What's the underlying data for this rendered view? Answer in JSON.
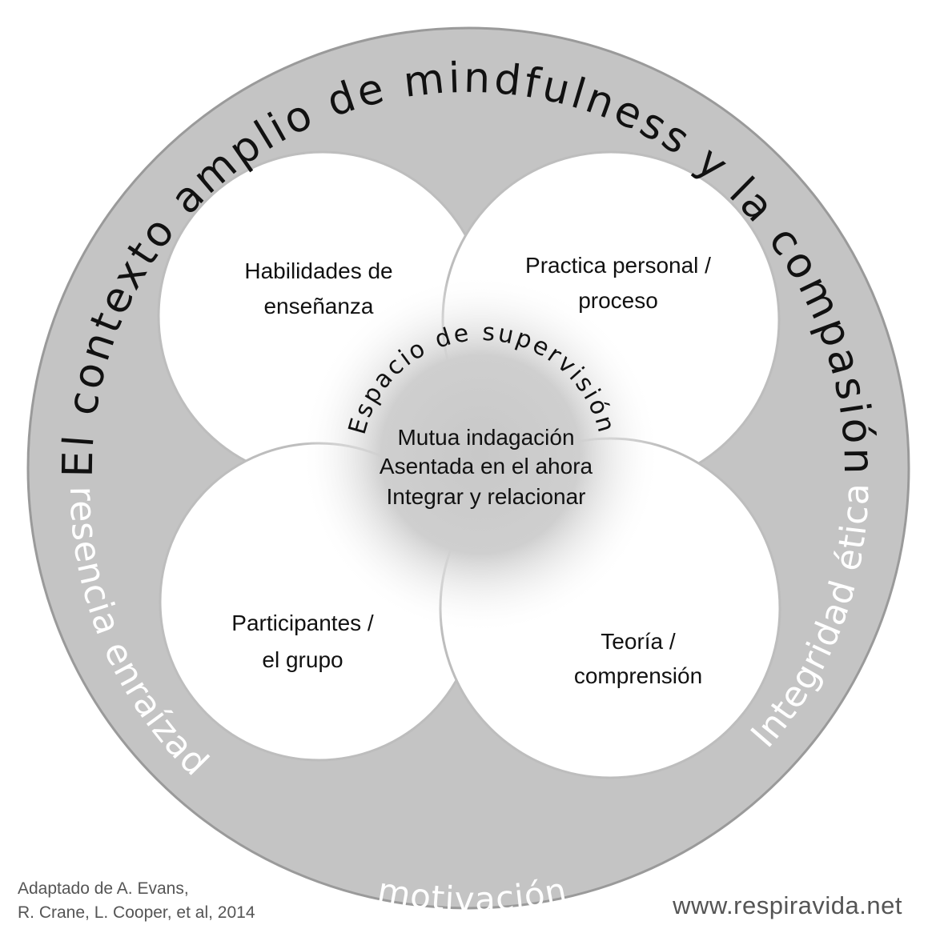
{
  "diagram": {
    "outer_title": "El contexto amplio de mindfulness y la compasión",
    "left_label": "Presencia enraízada",
    "right_label": "Integridad ética",
    "bottom_label": "motivación",
    "center": {
      "title": "Espacio de supervisión",
      "lines": [
        "Mutua indagación",
        "Asentada en el ahora",
        "Integrar y relacionar"
      ]
    },
    "circles": {
      "top_left": [
        "Habilidades de",
        "enseñanza"
      ],
      "top_right": [
        "Practica personal /",
        "proceso"
      ],
      "bottom_left": [
        "Participantes /",
        "el grupo"
      ],
      "bottom_right": [
        "Teoría /",
        "comprensión"
      ]
    },
    "colors": {
      "ring": "#c4c4c4",
      "ring_stroke": "#9a9a9a",
      "circle_fill": "#ffffff",
      "text_dark": "#111111",
      "text_light": "#ffffff",
      "credit": "#555555"
    }
  },
  "credits": {
    "source_line1": "Adaptado de A. Evans,",
    "source_line2": "R. Crane, L. Cooper, et al, 2014",
    "website": "www.respiravida.net"
  }
}
